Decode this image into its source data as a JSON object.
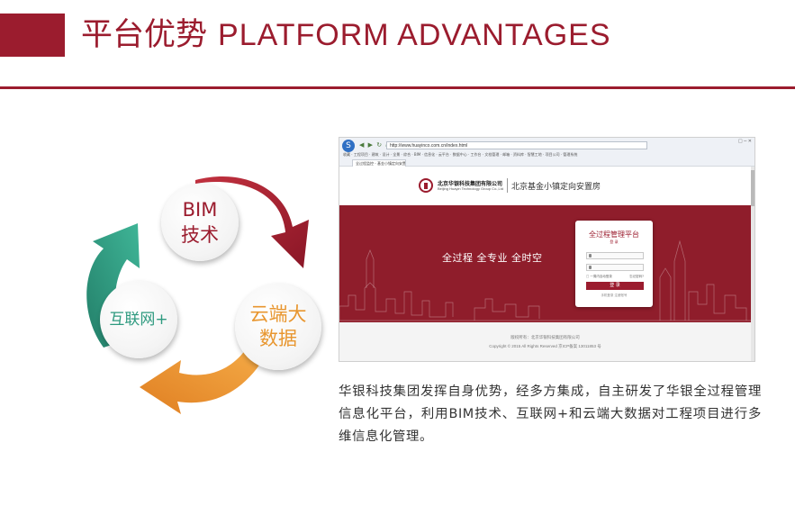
{
  "header": {
    "title_cn": "平台优势",
    "title_en": "PLATFORM ADVANTAGES"
  },
  "cycle": {
    "bim": "BIM\n技术",
    "internet": "互联网+",
    "cloud": "云端大\n数据"
  },
  "browser": {
    "logo": "S",
    "nav": "◀ ▶ ↻ ⌂",
    "url": "http://www.huayinco.com.cn/index.html",
    "window_controls": "□ ─ ✕",
    "bookmarks": "收藏 · 工程项目 · 建筑 · 设计 · 全景 · 综合 · BIM · 信息化 · 云平台 · 数据中心 · 工作台 · 文档管理 · 邮箱 · 资料库 · 智慧工地 · 项目公司 · 管理系统",
    "tab": "全过程监控 - 基金小镇定向安置房",
    "site": {
      "company_cn": "北京华银科技集团有限公司",
      "company_en": "Beijing Huayin Technology Group Co.,Ltd",
      "project": "北京基金小镇定向安置房",
      "slogan": "全过程    全专业    全时空",
      "login": {
        "title": "全过程管理平台",
        "subtitle": "登 录",
        "remember": "□ 一周内自动登录",
        "forgot": "忘记密码?",
        "button": "登    录",
        "links": "手机登录   注册账号"
      },
      "footer_1": "版权所有：北京华银科技集团有限公司",
      "footer_2": "Copyright © 2015 All Rights Reserved 京ICP备案 13011853 号"
    }
  },
  "description": "华银科技集团发挥自身优势，经多方集成，自主研发了华银全过程管理信息化平台，利用BIM技术、互联网+和云端大数据对工程项目进行多维信息化管理。",
  "colors": {
    "brand_red": "#9b1c2e",
    "teal": "#2e9a7f",
    "orange": "#e8962f"
  }
}
